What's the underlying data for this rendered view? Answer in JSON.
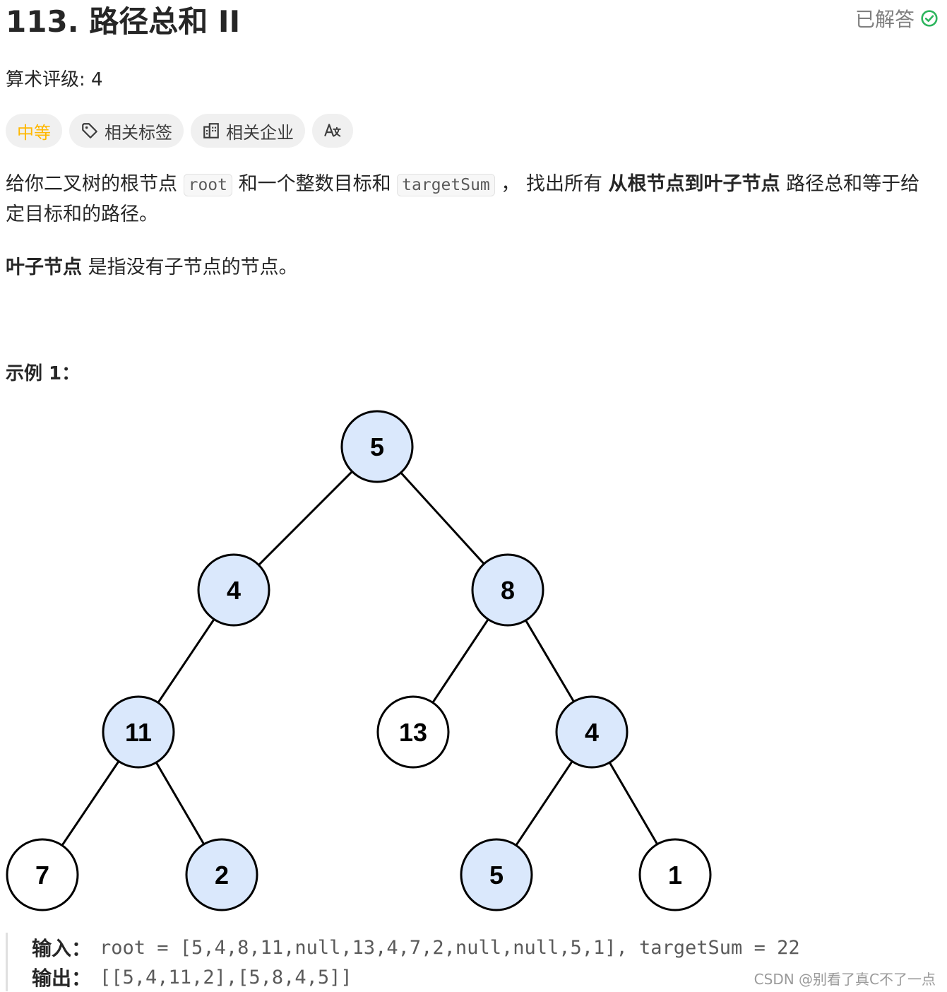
{
  "header": {
    "title": "113. 路径总和 II",
    "solved_label": "已解答",
    "solved_color": "#2db55d"
  },
  "rating": "算术评级: 4",
  "tags": {
    "difficulty": "中等",
    "difficulty_color": "#ffb800",
    "related_tags": "相关标签",
    "related_companies": "相关企业",
    "translate_icon": "translate-icon"
  },
  "description": {
    "part1": "给你二叉树的根节点 ",
    "code1": "root",
    "part2": " 和一个整数目标和 ",
    "code2": "targetSum",
    "part3": " ， 找出所有 ",
    "bold1": "从根节点到叶子节点",
    "part4": " 路径总和等于给定目标和的路径。",
    "leaf_bold": "叶子节点",
    "leaf_rest": " 是指没有子节点的节点。"
  },
  "example": {
    "title": "示例 1：",
    "input_label": "输入：",
    "input_value": "root = [5,4,8,11,null,13,4,7,2,null,null,5,1], targetSum = 22",
    "output_label": "输出：",
    "output_value": "[[5,4,11,2],[5,8,4,5]]"
  },
  "tree": {
    "highlight_color": "#dae8fc",
    "plain_color": "#ffffff",
    "nodes": [
      {
        "label": "5",
        "highlighted": true
      },
      {
        "label": "4",
        "highlighted": true
      },
      {
        "label": "8",
        "highlighted": true
      },
      {
        "label": "11",
        "highlighted": true
      },
      {
        "label": "13",
        "highlighted": false
      },
      {
        "label": "4",
        "highlighted": true
      },
      {
        "label": "7",
        "highlighted": false
      },
      {
        "label": "2",
        "highlighted": true
      },
      {
        "label": "5",
        "highlighted": true
      },
      {
        "label": "1",
        "highlighted": false
      }
    ]
  },
  "watermark": "CSDN @别看了真C不了一点"
}
